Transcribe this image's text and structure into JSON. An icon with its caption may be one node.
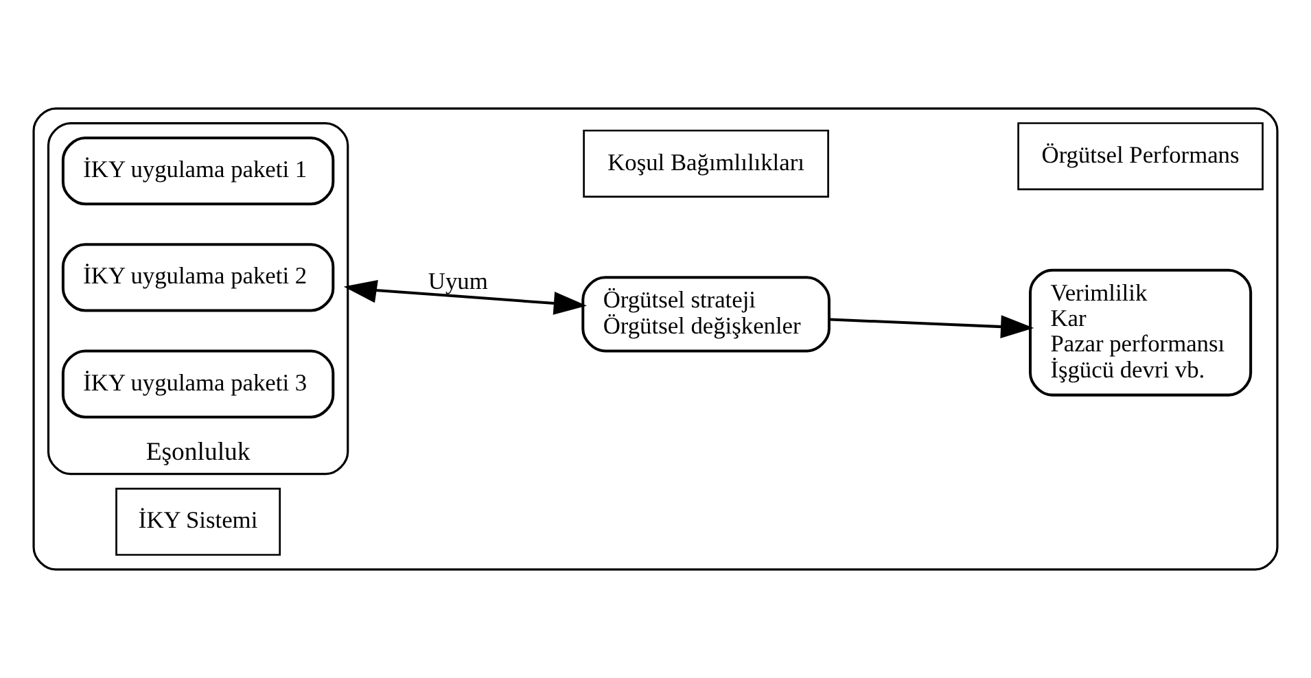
{
  "diagram": {
    "nodes": [
      {
        "text": [],
        "shape": "box"
      },
      {
        "text": [
          "İKY Sistemi"
        ],
        "in": 0
      },
      {
        "text": [
          "Eşonluluk"
        ],
        "in": 0
      },
      {
        "text": [
          "İKY uygulama paketi 1"
        ],
        "in": 2
      },
      {
        "text": [
          "İKY uygulama paketi 2"
        ],
        "in": 2
      },
      {
        "text": [
          "İKY uygulama paketi 3"
        ],
        "in": 2
      },
      {
        "text": [
          "Koşul Bağımlılıkları"
        ],
        "in": 0
      },
      {
        "text": [
          "Örgütsel strateji",
          "Örgütsel değişkenler"
        ],
        "in": 0
      },
      {
        "text": [
          "Örgütsel Performans"
        ],
        "in": 0
      },
      {
        "text": [
          "Verimlilik",
          "Kar",
          "Pazar performansı",
          "İşgücü devri vb."
        ],
        "in": 0
      }
    ],
    "edges": [
      {
        "from": 2,
        "to": 7,
        "arrow": "both",
        "label": "Uyum"
      },
      {
        "from": 7,
        "to": 9,
        "arrow": "to"
      }
    ]
  }
}
